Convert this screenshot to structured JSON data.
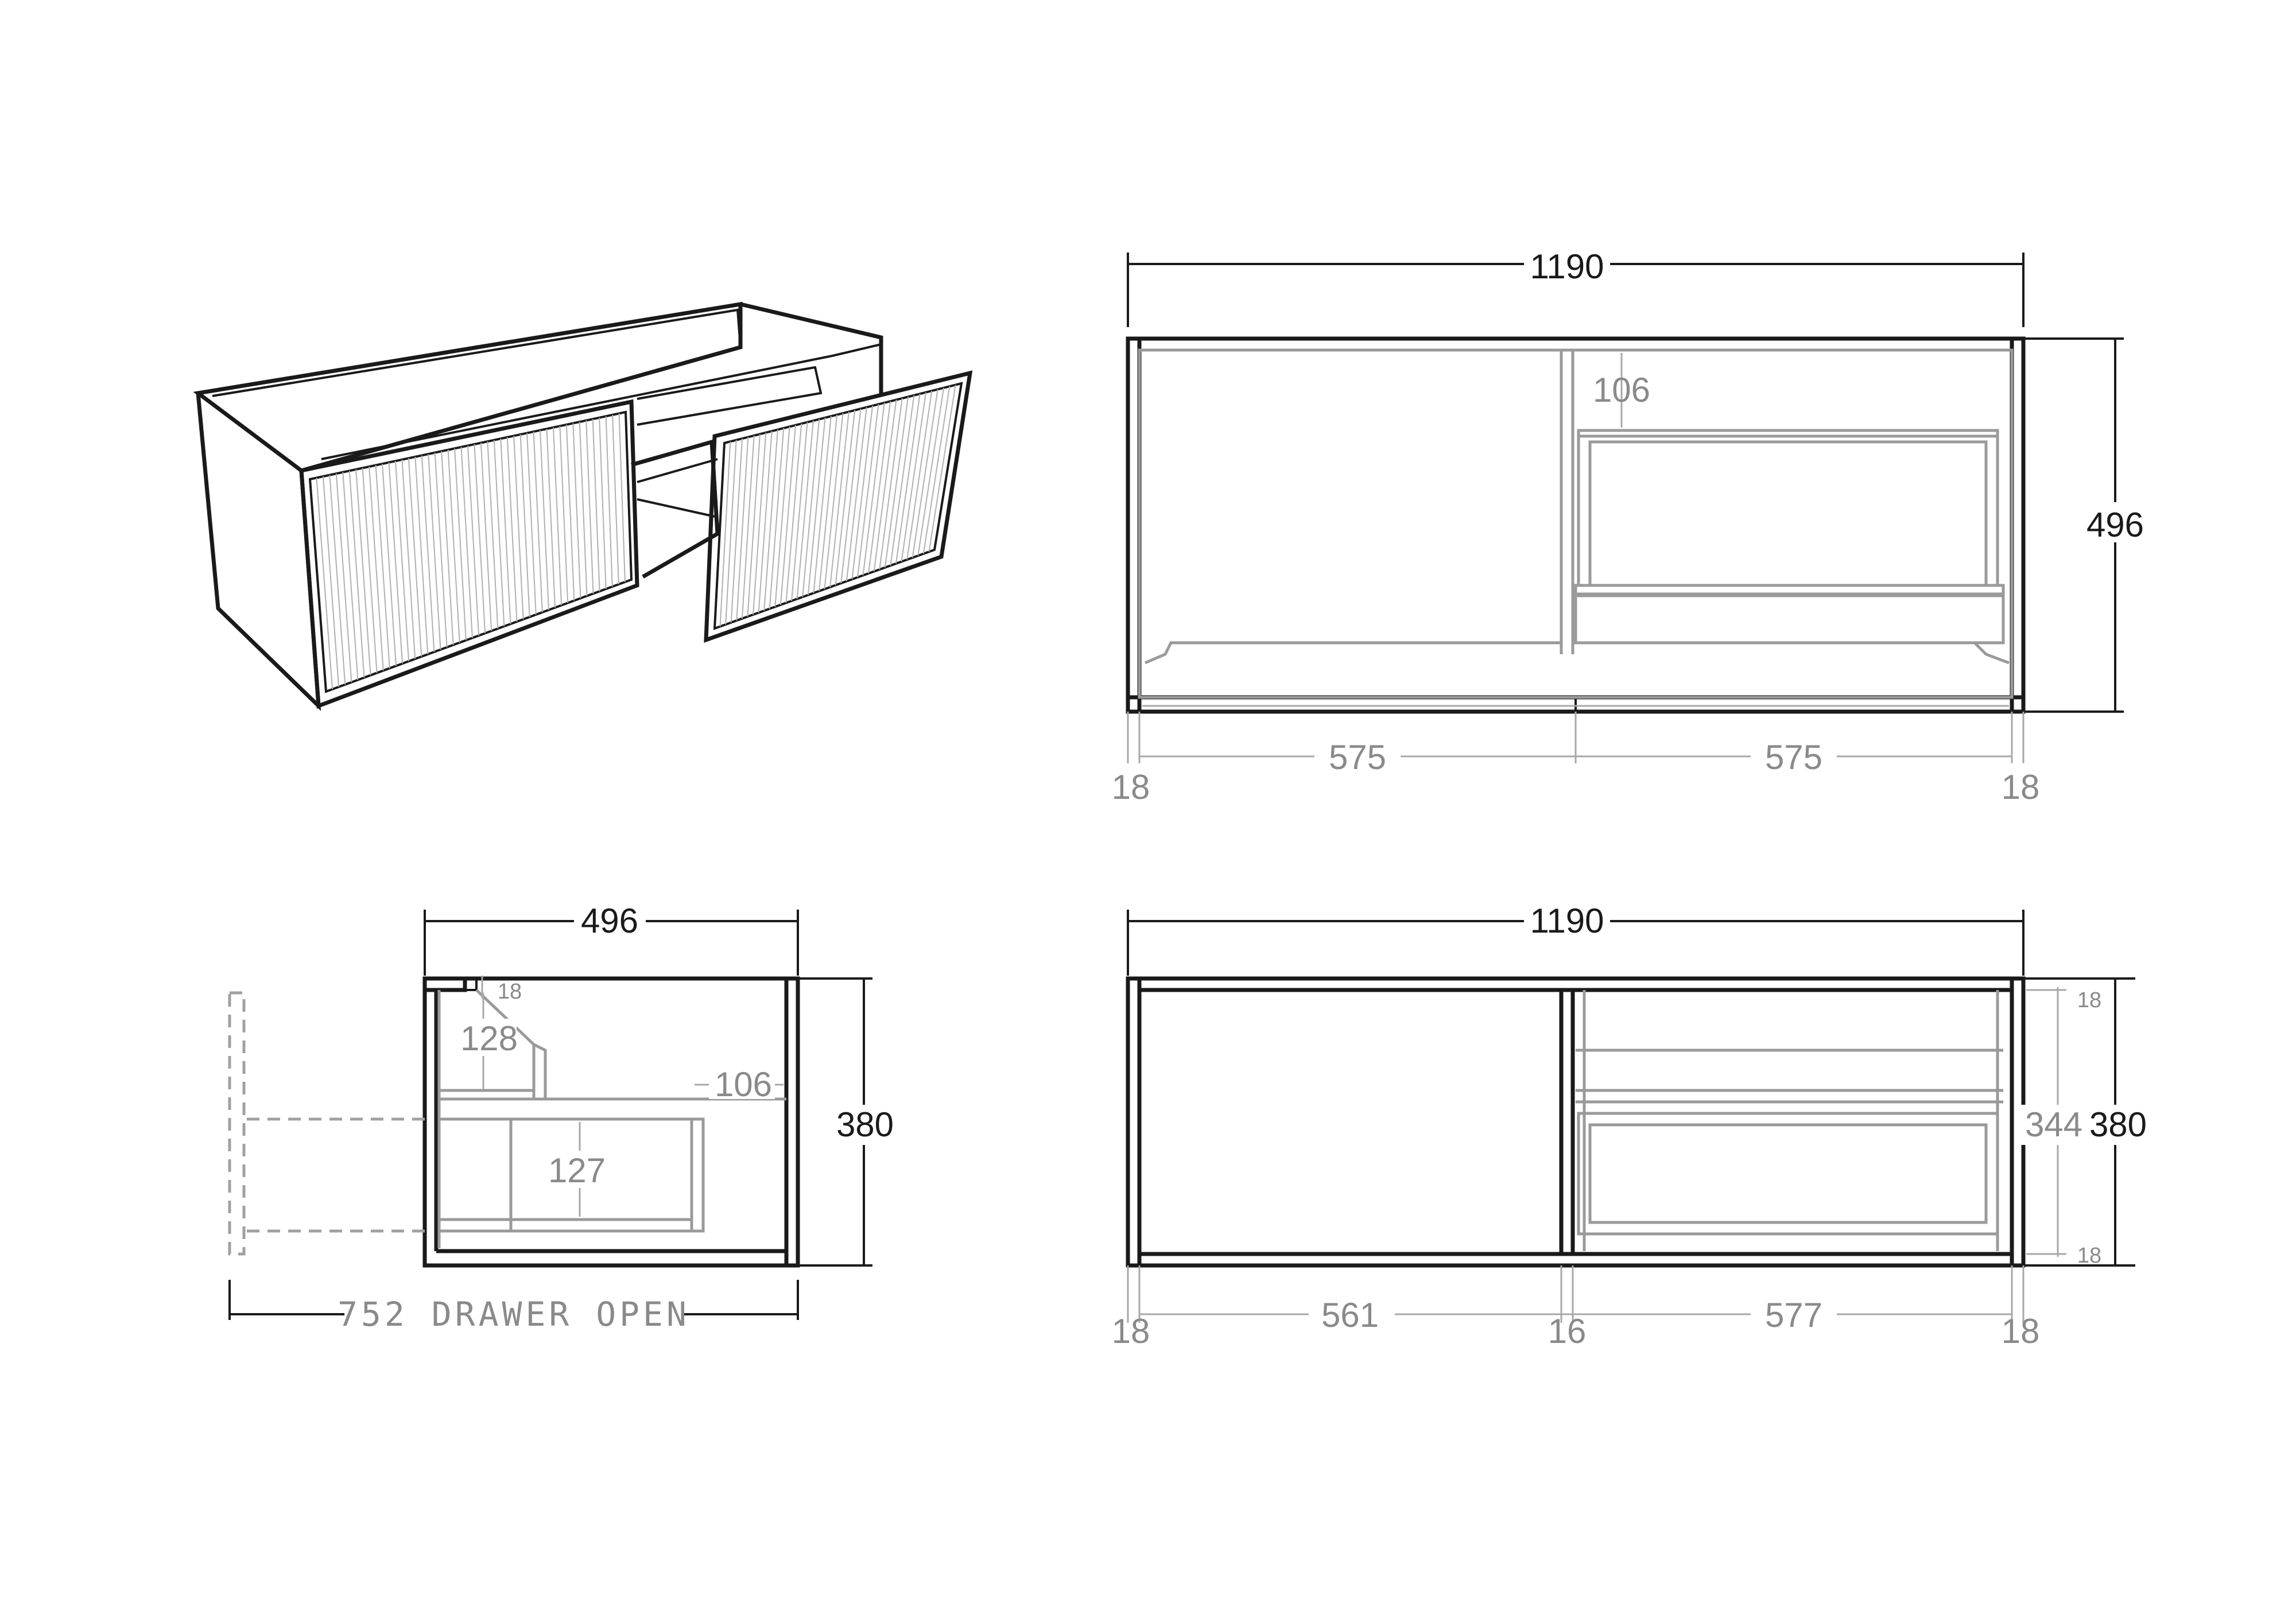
{
  "front_view": {
    "width_label": "1190",
    "height_label": "496",
    "inner_dim_label": "106",
    "panel_left_label": "575",
    "panel_right_label": "575",
    "side_left_label": "18",
    "side_right_label": "18"
  },
  "side_view": {
    "depth_label": "496",
    "height_label": "380",
    "top_rail_label": "18",
    "upper_space_label": "128",
    "setback_label": "106",
    "drawer_height_label": "127",
    "drawer_open_label": "752 DRAWER OPEN"
  },
  "top_view": {
    "width_label": "1190",
    "height_label": "380",
    "inner_height_label": "344",
    "top_panel_label": "18",
    "bottom_panel_label": "18",
    "left_bay_label": "561",
    "right_bay_label": "577",
    "divider_label": "16",
    "side_left_label": "18",
    "side_right_label": "18"
  }
}
